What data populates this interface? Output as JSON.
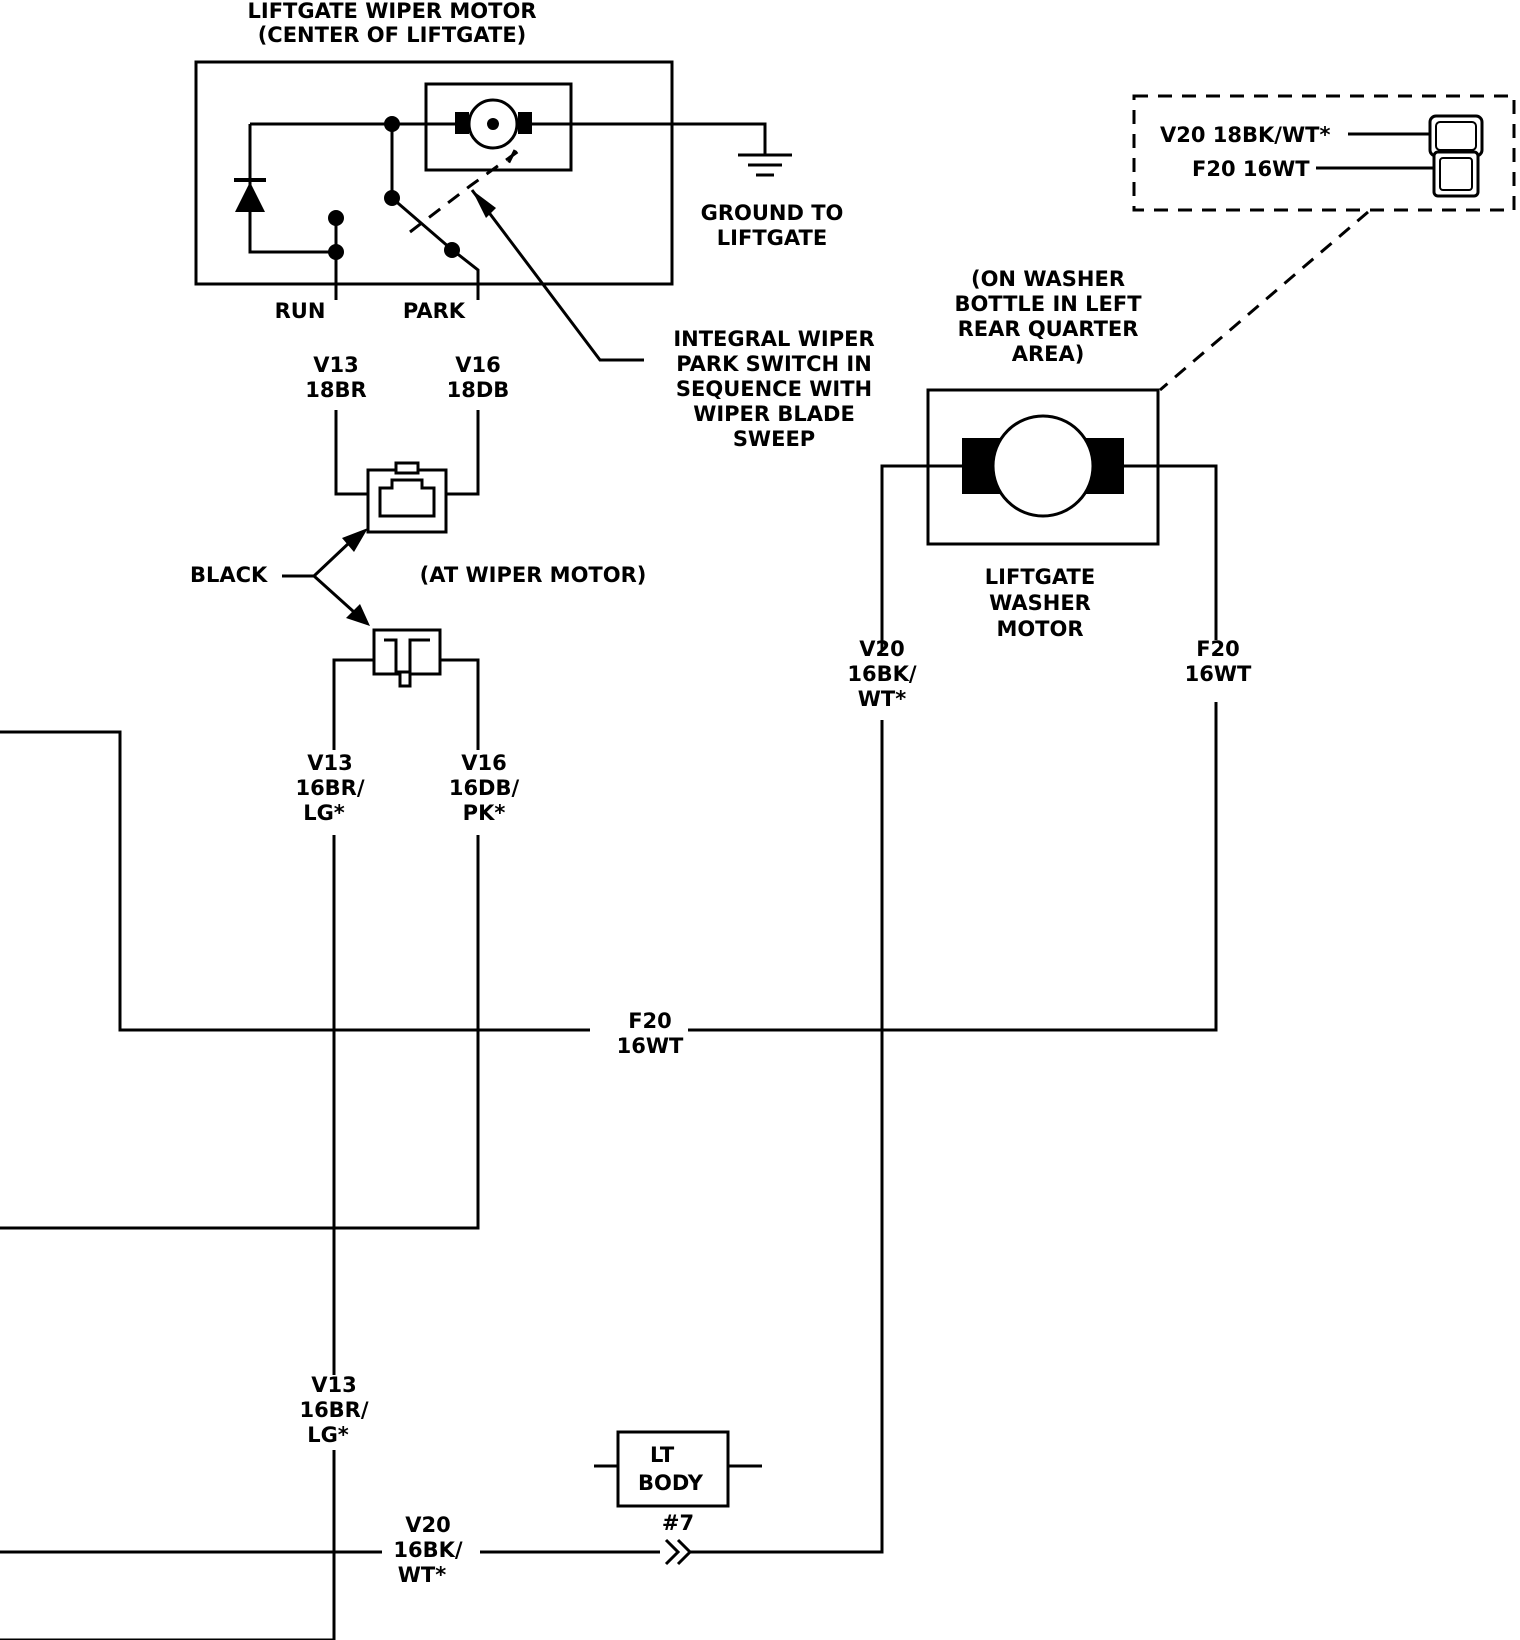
{
  "wiper_motor": {
    "title": "LIFTGATE WIPER MOTOR",
    "location": "(CENTER OF LIFTGATE)",
    "run_label": "RUN",
    "park_label": "PARK"
  },
  "ground": {
    "line1": "GROUND TO",
    "line2": "LIFTGATE"
  },
  "park_switch_note": {
    "line1": "INTEGRAL WIPER",
    "line2": "PARK SWITCH IN",
    "line3": "SEQUENCE WITH",
    "line4": "WIPER BLADE",
    "line5": "SWEEP"
  },
  "connector": {
    "color": "BLACK",
    "location": "(AT WIPER MOTOR)"
  },
  "wires": {
    "v13_upper": {
      "id": "V13",
      "gauge": "18BR"
    },
    "v16_upper": {
      "id": "V16",
      "gauge": "18DB"
    },
    "v13_mid": {
      "id": "V13",
      "gauge": "16BR/",
      "tracer": "LG*"
    },
    "v16_mid": {
      "id": "V16",
      "gauge": "16DB/",
      "tracer": "PK*"
    },
    "v13_low": {
      "id": "V13",
      "gauge": "16BR/",
      "tracer": "LG*"
    },
    "f20_horizontal": {
      "id": "F20",
      "gauge": "16WT"
    },
    "v20_left": {
      "id": "V20",
      "gauge": "16BK/",
      "tracer": "WT*"
    },
    "f20_right": {
      "id": "F20",
      "gauge": "16WT"
    },
    "v20_bottom": {
      "id": "V20",
      "gauge": "16BK/",
      "tracer": "WT*"
    }
  },
  "washer_motor": {
    "location_line1": "(ON WASHER",
    "location_line2": "BOTTLE IN LEFT",
    "location_line3": "REAR QUARTER",
    "location_line4": "AREA)",
    "name_line1": "LIFTGATE",
    "name_line2": "WASHER",
    "name_line3": "MOTOR"
  },
  "inset_connector": {
    "pin1": "V20 18BK/WT*",
    "pin2": "F20 16WT"
  },
  "splice": {
    "line1": "LT",
    "line2": "BODY",
    "number": "#7"
  }
}
